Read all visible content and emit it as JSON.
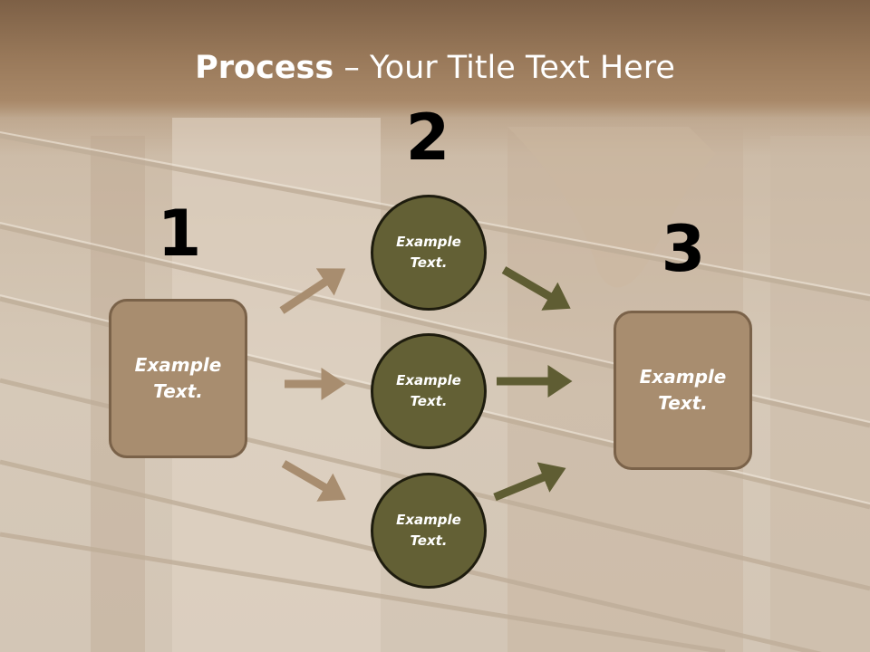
{
  "title": {
    "bold": "Process",
    "rest": " – Your Title Text Here"
  },
  "steps": {
    "one": "1",
    "two": "2",
    "three": "3"
  },
  "nodes": {
    "left": "Example Text.",
    "top": "Example Text.",
    "middle": "Example Text.",
    "bottom": "Example Text.",
    "right": "Example Text."
  },
  "colors": {
    "tan": "#a88d6f",
    "olive": "#636035",
    "arrow_tan": "#a88d6f",
    "arrow_olive": "#5f5d33"
  }
}
